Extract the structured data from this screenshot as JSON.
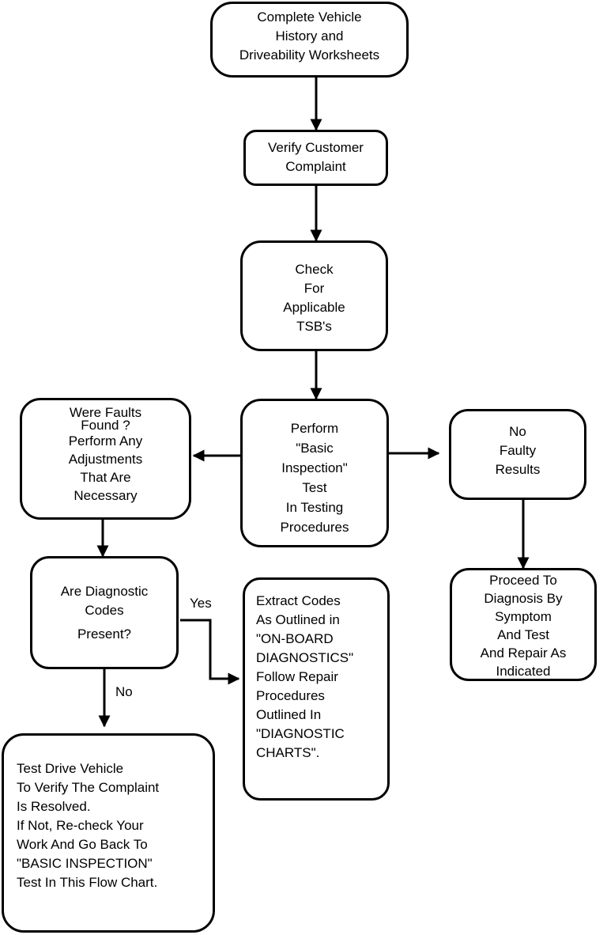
{
  "boxes": {
    "worksheets": [
      "Complete Vehicle",
      "History and",
      "Driveability Worksheets"
    ],
    "verify": [
      "Verify Customer",
      "Complaint"
    ],
    "tsb": [
      "Check",
      "For",
      "Applicable",
      "TSB's"
    ],
    "basic_inspection": [
      "Perform",
      "\"Basic",
      "Inspection\"",
      "Test",
      "In Testing",
      "Procedures"
    ],
    "faults_found": [
      "Were Faults",
      "Found ?",
      "Perform Any",
      "Adjustments",
      "That Are",
      "Necessary"
    ],
    "no_faulty": [
      "No",
      "Faulty",
      "Results"
    ],
    "codes_present": [
      "Are Diagnostic",
      "Codes",
      "Present?"
    ],
    "extract_codes": [
      "Extract Codes",
      "As Outlined in",
      "\"ON-BOARD",
      "DIAGNOSTICS\"",
      "Follow Repair",
      "Procedures",
      "Outlined In",
      "\"DIAGNOSTIC",
      "CHARTS\"."
    ],
    "symptom": [
      "Proceed To",
      "Diagnosis By",
      "Symptom",
      "And Test",
      "And Repair As",
      "Indicated"
    ],
    "test_drive": [
      "Test Drive Vehicle",
      "To Verify The Complaint",
      "Is Resolved.",
      "If Not, Re-check Your",
      "Work And Go Back To",
      "\"BASIC INSPECTION\"",
      "Test In This Flow Chart."
    ]
  },
  "labels": {
    "yes": "Yes",
    "no": "No"
  }
}
